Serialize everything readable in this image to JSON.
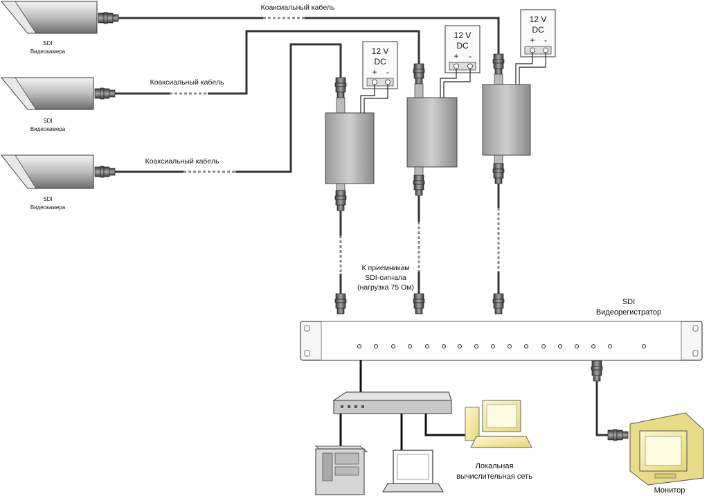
{
  "cameras": [
    {
      "line1": "SDI",
      "line2": "Видеокамера"
    },
    {
      "line1": "SDI",
      "line2": "Видеокамера"
    },
    {
      "line1": "SDI",
      "line2": "Видеокамера"
    }
  ],
  "cable_labels": [
    "Коаксиальный кабель",
    "Коаксиальный кабель",
    "Коаксиальный кабель"
  ],
  "psus": [
    {
      "volt": "12 V",
      "type": "DC",
      "plus": "+",
      "minus": "-"
    },
    {
      "volt": "12 V",
      "type": "DC",
      "plus": "+",
      "minus": "-"
    },
    {
      "volt": "12 V",
      "type": "DC",
      "plus": "+",
      "minus": "-"
    }
  ],
  "receivers_note": [
    "К приемникам",
    "SDI-сигнала",
    "(нагрузка 75 Ом)"
  ],
  "dvr": {
    "line1": "SDI",
    "line2": "Видеорегистратор"
  },
  "network": {
    "line1": "Локальная",
    "line2": "вычислительная сеть"
  },
  "monitor": {
    "label": "Монитор"
  }
}
